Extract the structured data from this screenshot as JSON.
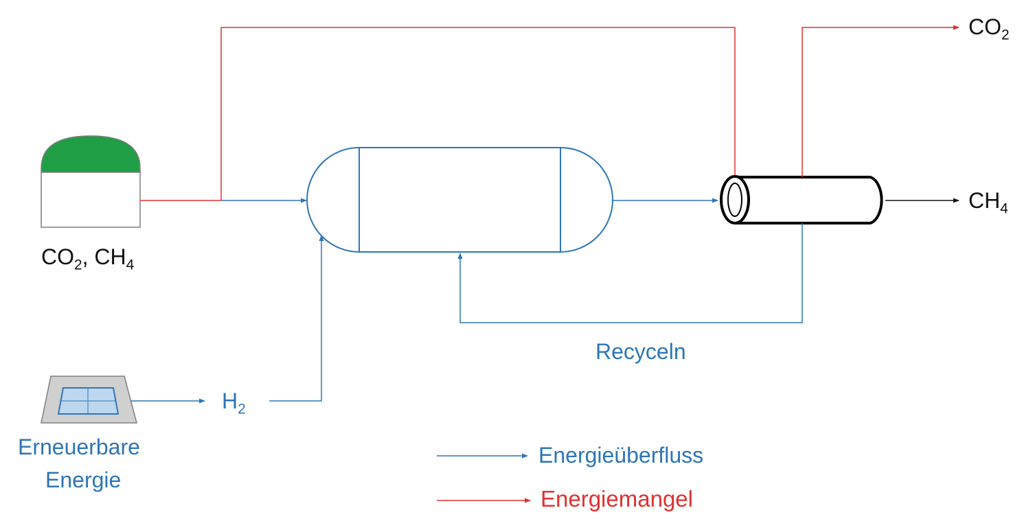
{
  "colors": {
    "energy_surplus": "#2e75b6",
    "energy_shortage": "#e03030",
    "biogas_dome": "#1f9e45",
    "panel_frame": "#d0d0d0",
    "panel_cell": "#bdd7ee",
    "text_dark": "#111111"
  },
  "labels": {
    "feed_gas": {
      "main": "CO",
      "sub1": "2",
      "mid": ", CH",
      "sub2": "4"
    },
    "co2_out": {
      "main": "CO",
      "sub": "2"
    },
    "ch4_out": {
      "main": "CH",
      "sub": "4"
    },
    "h2": {
      "main": "H",
      "sub": "2"
    },
    "renewable_line1": "Erneuerbare",
    "renewable_line2": "Energie",
    "recycle": "Recyceln"
  },
  "legend": [
    {
      "label": "Energieüberfluss",
      "color_key": "energy_surplus"
    },
    {
      "label": "Energiemangel",
      "color_key": "energy_shortage"
    }
  ],
  "icons": [
    "biogas-digester-icon",
    "solar-panel-icon",
    "reactor-vessel-icon",
    "membrane-separator-icon"
  ]
}
